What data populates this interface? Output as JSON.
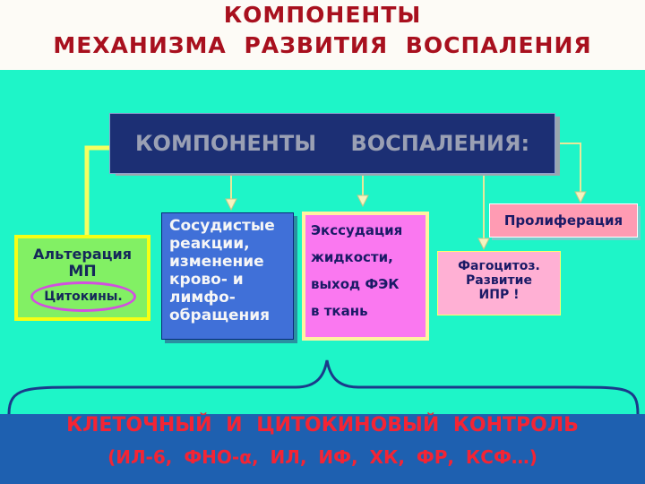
{
  "title": {
    "line1": "КОМПОНЕНТЫ",
    "line2": "МЕХАНИЗМА РАЗВИТИЯ ВОСПАЛЕНИЯ"
  },
  "header": {
    "label": "КОМПОНЕНТЫ ВОСПАЛЕНИЯ:"
  },
  "boxes": {
    "alteration": {
      "line1": "Альтерация",
      "line2": "МП",
      "oval": "Цитокины."
    },
    "vascular": {
      "line1": "Сосудистые",
      "line2": "реакции,",
      "line3": "изменение",
      "line4": "крово- и",
      "line5": "лимфо-",
      "line6": "обращения"
    },
    "exudation": {
      "line1": "Экссудация",
      "line2": "жидкости,",
      "line3": "выход ФЭК",
      "line4": "в ткань"
    },
    "proliferation": {
      "label": "Пролиферация"
    },
    "phagocytosis": {
      "line1": "Фагоцитоз.",
      "line2": "Развитие",
      "line3": "ИПР !"
    }
  },
  "footer": {
    "line1": "КЛЕТОЧНЫЙ И ЦИТОКИНОВЫЙ КОНТРОЛЬ",
    "line2": "(ИЛ-6, ФНО-α, ИЛ, ИФ, ХК, ФР, КСФ…)"
  },
  "colors": {
    "background": "#1ef5c8",
    "title_text": "#a8101e",
    "header_bg": "#1c2f74",
    "footer_bg": "#1e60b0",
    "footer_text": "#f42434"
  }
}
